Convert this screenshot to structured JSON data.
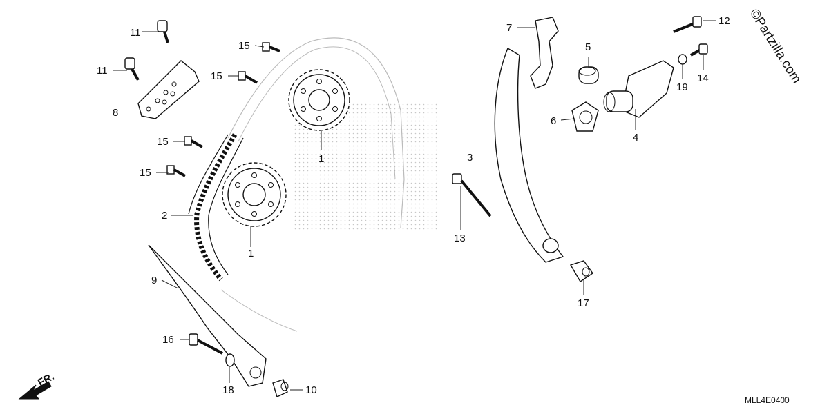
{
  "diagram": {
    "code": "MLL4E0400",
    "watermark": "©Partzilla.com",
    "direction_label": "FR.",
    "callouts": [
      {
        "id": "c11a",
        "text": "11"
      },
      {
        "id": "c11b",
        "text": "11"
      },
      {
        "id": "c8",
        "text": "8"
      },
      {
        "id": "c15a",
        "text": "15"
      },
      {
        "id": "c15b",
        "text": "15"
      },
      {
        "id": "c15c",
        "text": "15"
      },
      {
        "id": "c15d",
        "text": "15"
      },
      {
        "id": "c2",
        "text": "2"
      },
      {
        "id": "c1a",
        "text": "1"
      },
      {
        "id": "c1b",
        "text": "1"
      },
      {
        "id": "c9",
        "text": "9"
      },
      {
        "id": "c16",
        "text": "16"
      },
      {
        "id": "c18",
        "text": "18"
      },
      {
        "id": "c10",
        "text": "10"
      },
      {
        "id": "c7",
        "text": "7"
      },
      {
        "id": "c3",
        "text": "3"
      },
      {
        "id": "c13",
        "text": "13"
      },
      {
        "id": "c17",
        "text": "17"
      },
      {
        "id": "c5",
        "text": "5"
      },
      {
        "id": "c6",
        "text": "6"
      },
      {
        "id": "c4",
        "text": "4"
      },
      {
        "id": "c12",
        "text": "12"
      },
      {
        "id": "c19",
        "text": "19"
      },
      {
        "id": "c14",
        "text": "14"
      }
    ]
  }
}
